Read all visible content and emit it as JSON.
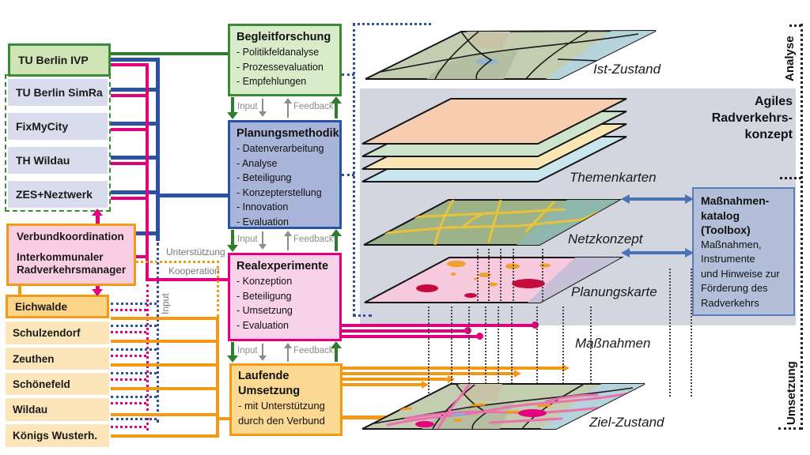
{
  "partners": {
    "lead": "TU Berlin IVP",
    "members": [
      "TU Berlin SimRa",
      "FixMyCity",
      "TH Wildau",
      "ZES+Neztwerk"
    ]
  },
  "coordination": {
    "line1": "Verbundkoordination",
    "line2": "Interkommunaler",
    "line3": "Radverkehrsmanager"
  },
  "municipalities": [
    "Eichwalde",
    "Schulzendorf",
    "Zeuthen",
    "Schönefeld",
    "Wildau",
    "Königs Wusterh."
  ],
  "process": {
    "begleitforschung": {
      "title": "Begleitforschung",
      "items": [
        "- Politikfeldanalyse",
        "- Prozessevaluation",
        "- Empfehlungen"
      ]
    },
    "planungsmethodik": {
      "title": "Planungsmethodik",
      "items": [
        "- Datenverarbeitung",
        "- Analyse",
        "- Beteiligung",
        "- Konzepterstellung",
        "- Innovation",
        "- Evaluation"
      ]
    },
    "realexperimente": {
      "title": "Realexperimente",
      "items": [
        "- Konzeption",
        "- Beteiligung",
        "- Umsetzung",
        "- Evaluation"
      ]
    },
    "laufende_umsetzung": {
      "title_lines": [
        "Laufende",
        "Umsetzung"
      ],
      "items": [
        "- mit Unterstützung",
        "durch den Verbund"
      ]
    }
  },
  "flow_labels": {
    "input": "Input",
    "feedback": "Feedback",
    "unterstuetzung": "Unterstützung",
    "kooperation": "Kooperation",
    "input_vertical": "Input"
  },
  "right": {
    "ist_zustand": "Ist-Zustand",
    "agiles_lines": [
      "Agiles",
      "Radverkehrs-",
      "konzept"
    ],
    "themenkarten": "Themenkarten",
    "netzkonzept": "Netzkonzept",
    "planungskarte": "Planungskarte",
    "massnahmen": "Maßnahmen",
    "ziel_zustand": "Ziel-Zustand",
    "katalog": {
      "title_lines": [
        "Maßnahmen-",
        "katalog",
        "(Toolbox)"
      ],
      "body_lines": [
        "Maßnahmen,",
        "Instrumente",
        "und Hinweise zur",
        "Förderung des",
        "Radverkehrs"
      ]
    }
  },
  "side_labels": {
    "analyse": "Analyse",
    "umsetzung": "Umsetzung"
  },
  "colors": {
    "green": "#3a8a3a",
    "blue": "#2a52a0",
    "magenta": "#e3007d",
    "orange": "#f39913",
    "steel_blue": "#4a72b4",
    "gray_label": "#8c8c8c"
  }
}
